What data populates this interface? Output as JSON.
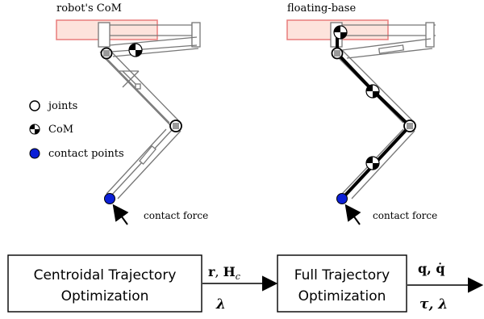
{
  "left_figure": {
    "title": "robot's CoM",
    "legend": [
      {
        "icon": "joint-icon",
        "label": "joints"
      },
      {
        "icon": "com-icon",
        "label": "CoM"
      },
      {
        "icon": "contact-point-icon",
        "label": "contact points"
      }
    ],
    "contact_force_label": "contact force"
  },
  "right_figure": {
    "title": "floating-base",
    "contact_force_label": "contact force"
  },
  "pipeline": {
    "box1": {
      "line1": "Centroidal Trajectory",
      "line2": "Optimization"
    },
    "arrow1": {
      "top_a": "r",
      "top_sep": ", ",
      "top_b": "H",
      "top_b_sub": "c",
      "bottom": "λ"
    },
    "box2": {
      "line1": "Full Trajectory",
      "line2": "Optimization"
    },
    "arrow2": {
      "top": "q, q̇",
      "bottom": "τ, λ"
    }
  },
  "colors": {
    "highlight_fill": "#fde3dc",
    "highlight_stroke": "#e87d7d",
    "contact_point": "#0b1fd6",
    "leg_outline": "#777777"
  }
}
